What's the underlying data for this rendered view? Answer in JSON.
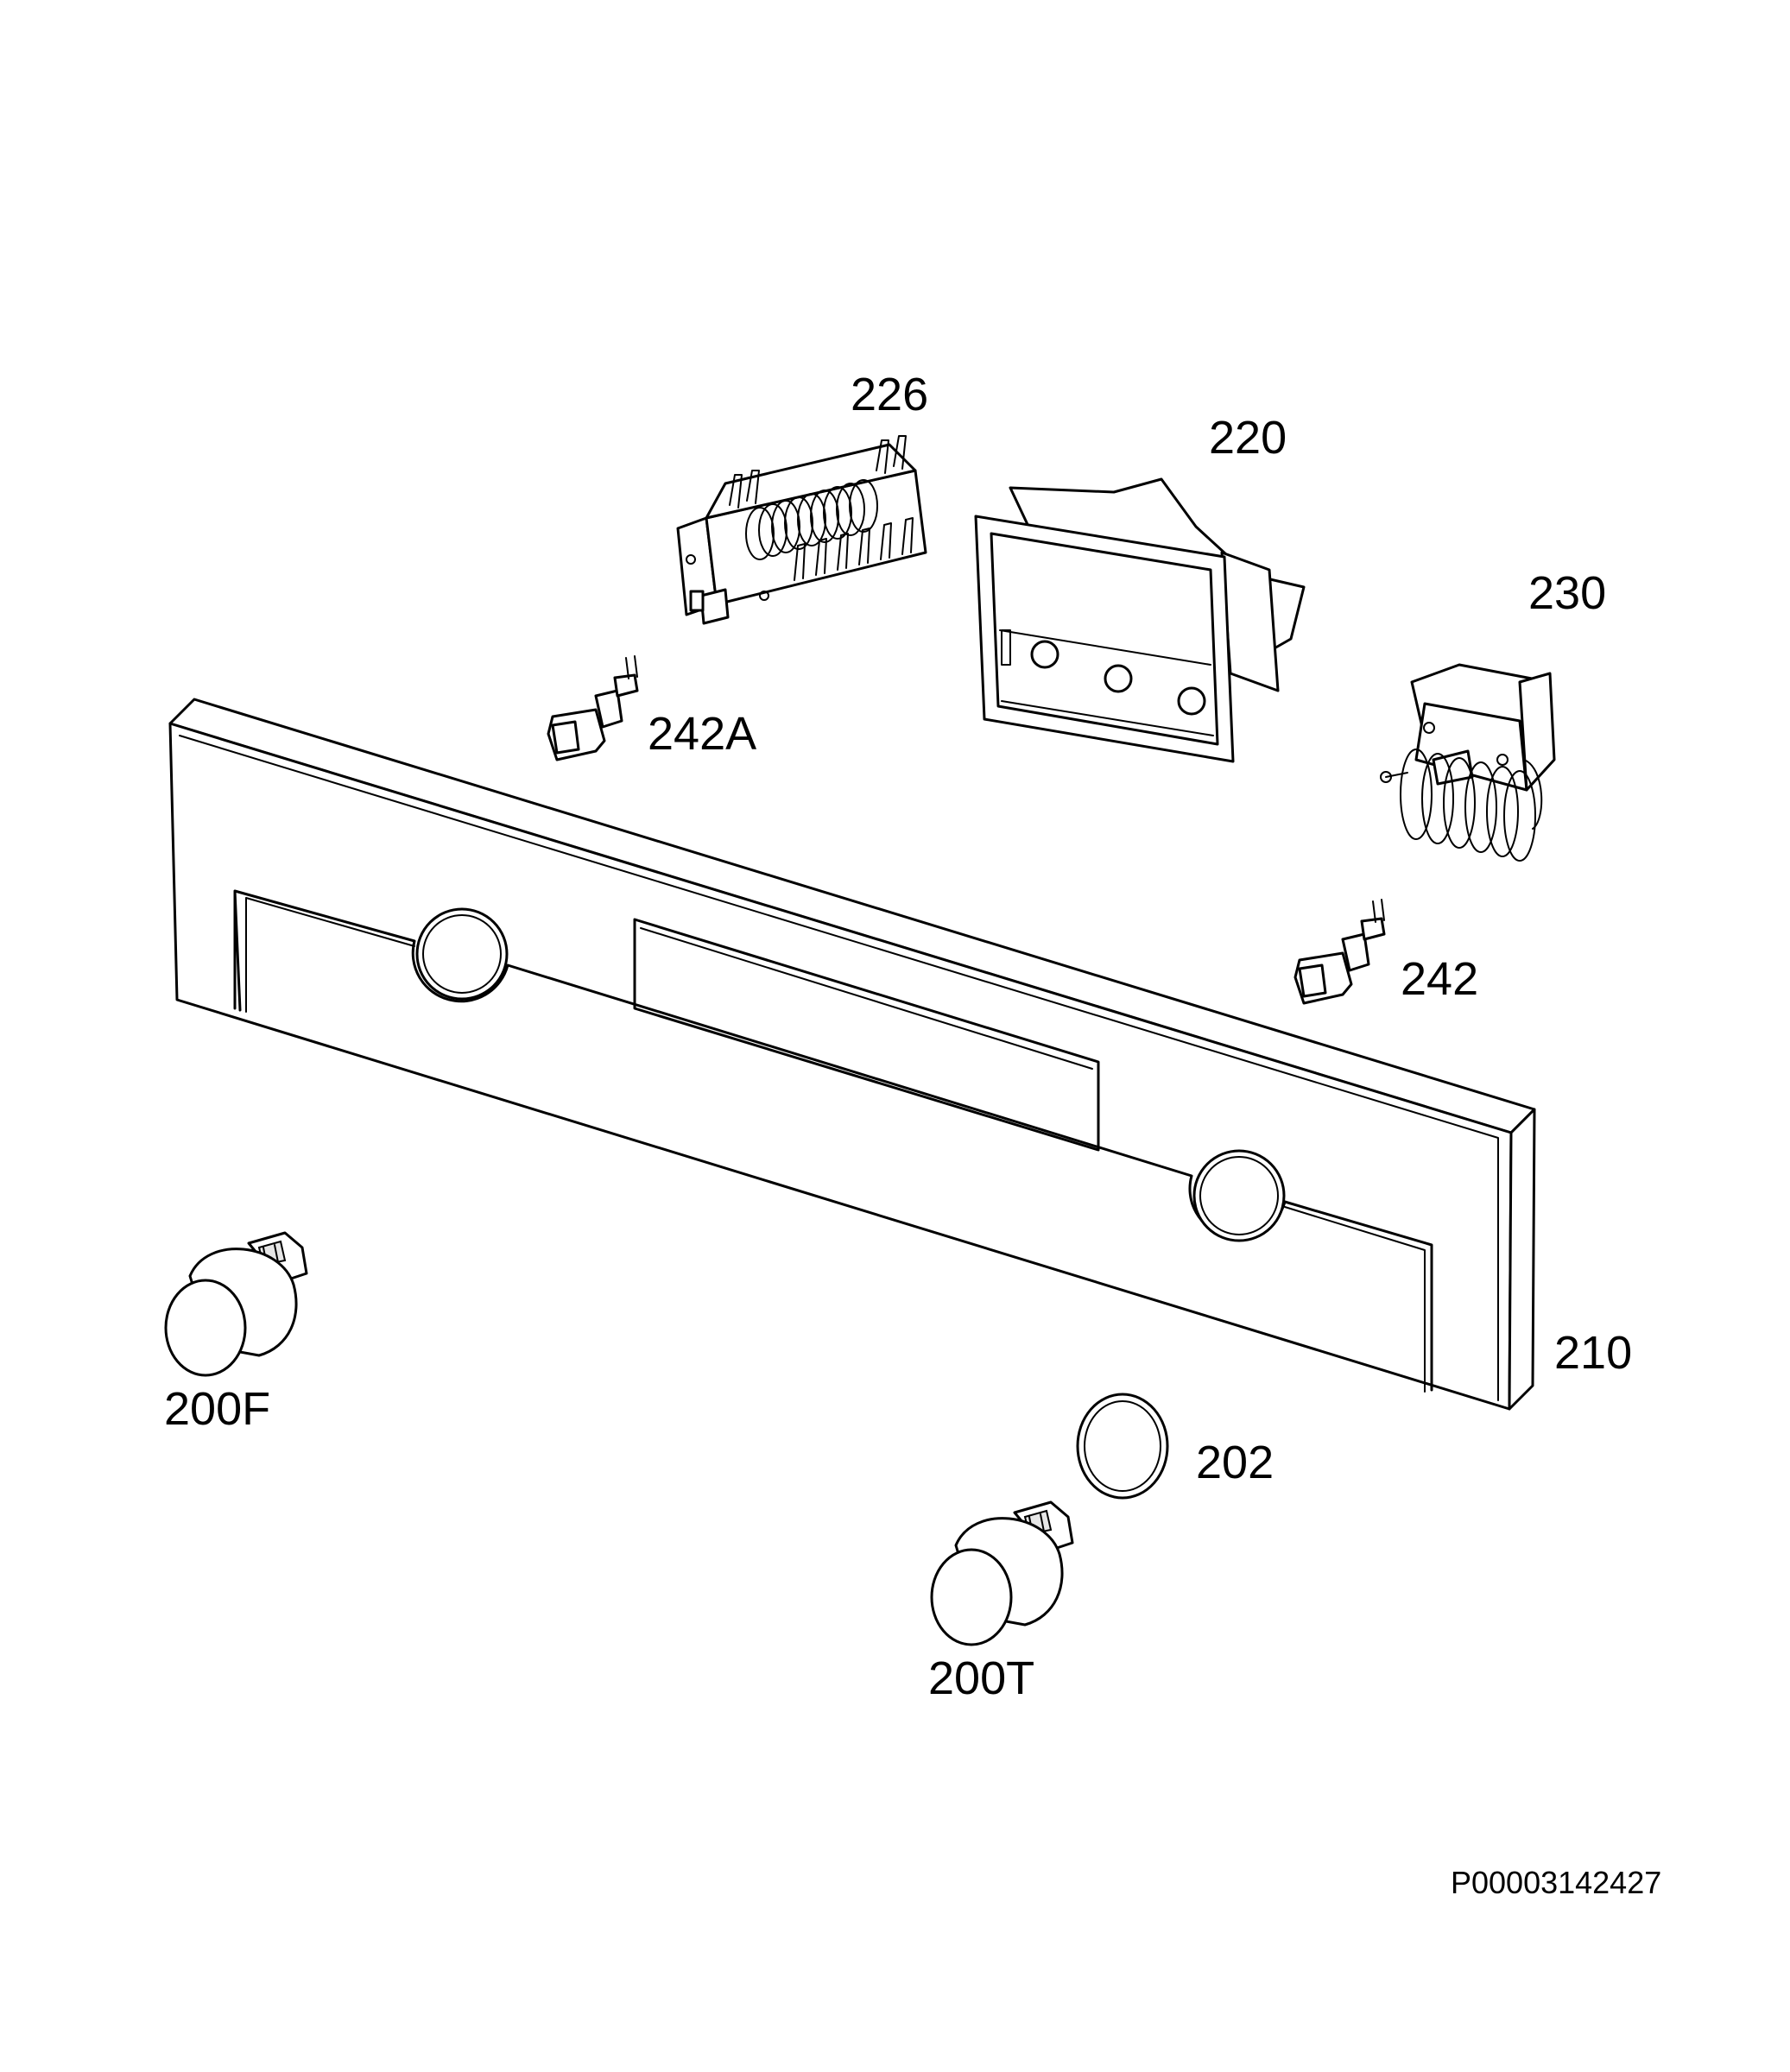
{
  "parts": {
    "p226": "226",
    "p220": "220",
    "p230": "230",
    "p242A": "242A",
    "p242": "242",
    "p210": "210",
    "p200F": "200F",
    "p202": "202",
    "p200T": "200T"
  },
  "document_id": "P00003142427"
}
